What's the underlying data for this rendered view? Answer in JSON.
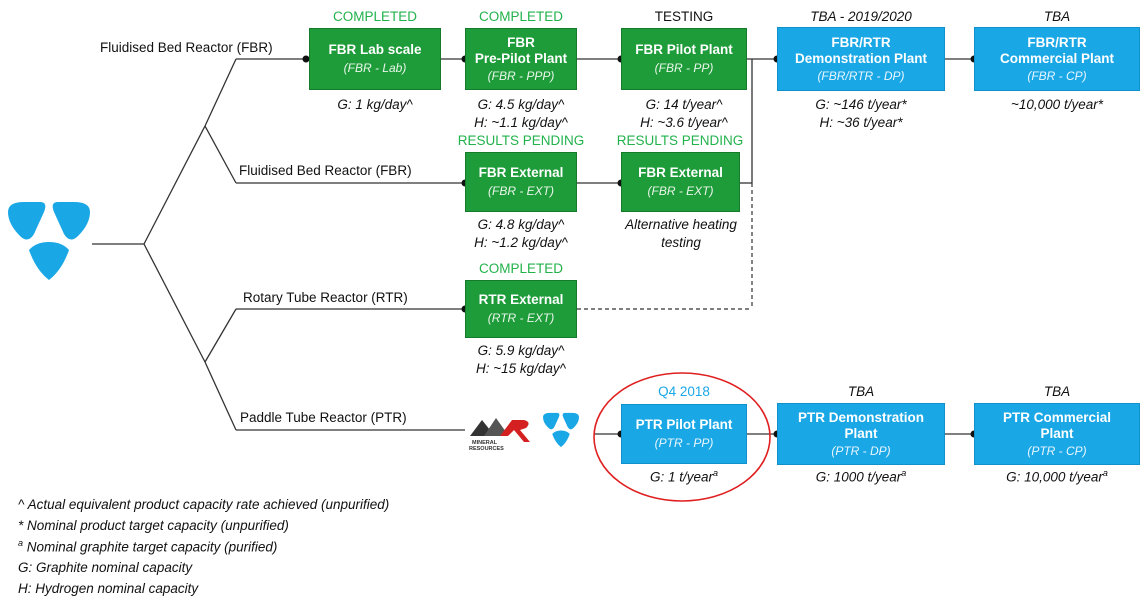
{
  "reactors": {
    "fbr1": "Fluidised Bed Reactor (FBR)",
    "fbr2": "Fluidised Bed Reactor (FBR)",
    "rtr": "Rotary Tube Reactor (RTR)",
    "ptr": "Paddle Tube Reactor (PTR)"
  },
  "stages": {
    "fbr_lab": {
      "status": "COMPLETED",
      "title": "FBR Lab scale",
      "code": "(FBR - Lab)",
      "cap1": "G: 1 kg/day^"
    },
    "fbr_ppp": {
      "status": "COMPLETED",
      "title1": "FBR",
      "title2": "Pre-Pilot Plant",
      "code": "(FBR - PPP)",
      "cap1": "G: 4.5 kg/day^",
      "cap2": "H: ~1.1 kg/day^"
    },
    "fbr_pp": {
      "status": "TESTING",
      "title": "FBR Pilot Plant",
      "code": "(FBR - PP)",
      "cap1": "G: 14 t/year^",
      "cap2": "H: ~3.6 t/year^"
    },
    "fbr_dp": {
      "status": "TBA - 2019/2020",
      "title1": "FBR/RTR",
      "title2": "Demonstration Plant",
      "code": "(FBR/RTR - DP)",
      "cap1": "G: ~146 t/year*",
      "cap2": "H: ~36 t/year*"
    },
    "fbr_cp": {
      "status": "TBA",
      "title1": "FBR/RTR",
      "title2": "Commercial Plant",
      "code": "(FBR - CP)",
      "cap1": "~10,000 t/year*"
    },
    "fbr_ext1": {
      "status": "RESULTS PENDING",
      "title": "FBR External",
      "code": "(FBR - EXT)",
      "cap1": "G: 4.8 kg/day^",
      "cap2": "H: ~1.2 kg/day^"
    },
    "fbr_ext2": {
      "status": "RESULTS PENDING",
      "title": "FBR External",
      "code": "(FBR - EXT)",
      "cap1": "Alternative heating",
      "cap2": "testing"
    },
    "rtr_ext": {
      "status": "COMPLETED",
      "title": "RTR External",
      "code": "(RTR - EXT)",
      "cap1": "G: 5.9 kg/day^",
      "cap2": "H: ~15 kg/day^"
    },
    "ptr_pp": {
      "status": "Q4 2018",
      "title": "PTR Pilot Plant",
      "code": "(PTR - PP)",
      "cap1": "G: 1 t/year",
      "sup": "a"
    },
    "ptr_dp": {
      "status": "TBA",
      "title1": "PTR Demonstration",
      "title2": "Plant",
      "code": "(PTR - DP)",
      "cap1": "G: 1000 t/year",
      "sup": "a"
    },
    "ptr_cp": {
      "status": "TBA",
      "title1": "PTR Commercial",
      "title2": "Plant",
      "code": "(PTR - CP)",
      "cap1": "G: 10,000 t/year",
      "sup": "a"
    }
  },
  "legend": {
    "l1": "^ Actual equivalent product capacity rate achieved (unpurified)",
    "l2": "* Nominal product target capacity (unpurified)",
    "l3_sup": "a",
    "l3": " Nominal graphite target capacity (purified)",
    "l4": "G: Graphite nominal capacity",
    "l5": "H: Hydrogen nominal capacity"
  },
  "logo_text": {
    "line1": "MINERAL",
    "line2": "RESOURCES"
  },
  "colors": {
    "green_box": "#1e9c3a",
    "green_status": "#22b24c",
    "blue_box": "#1aa7e6",
    "highlight_circle": "#e02020",
    "logo_blue": "#1aa7e6"
  },
  "icons": [
    "hydrogen-logo-icon",
    "mineral-resources-logo-icon"
  ]
}
